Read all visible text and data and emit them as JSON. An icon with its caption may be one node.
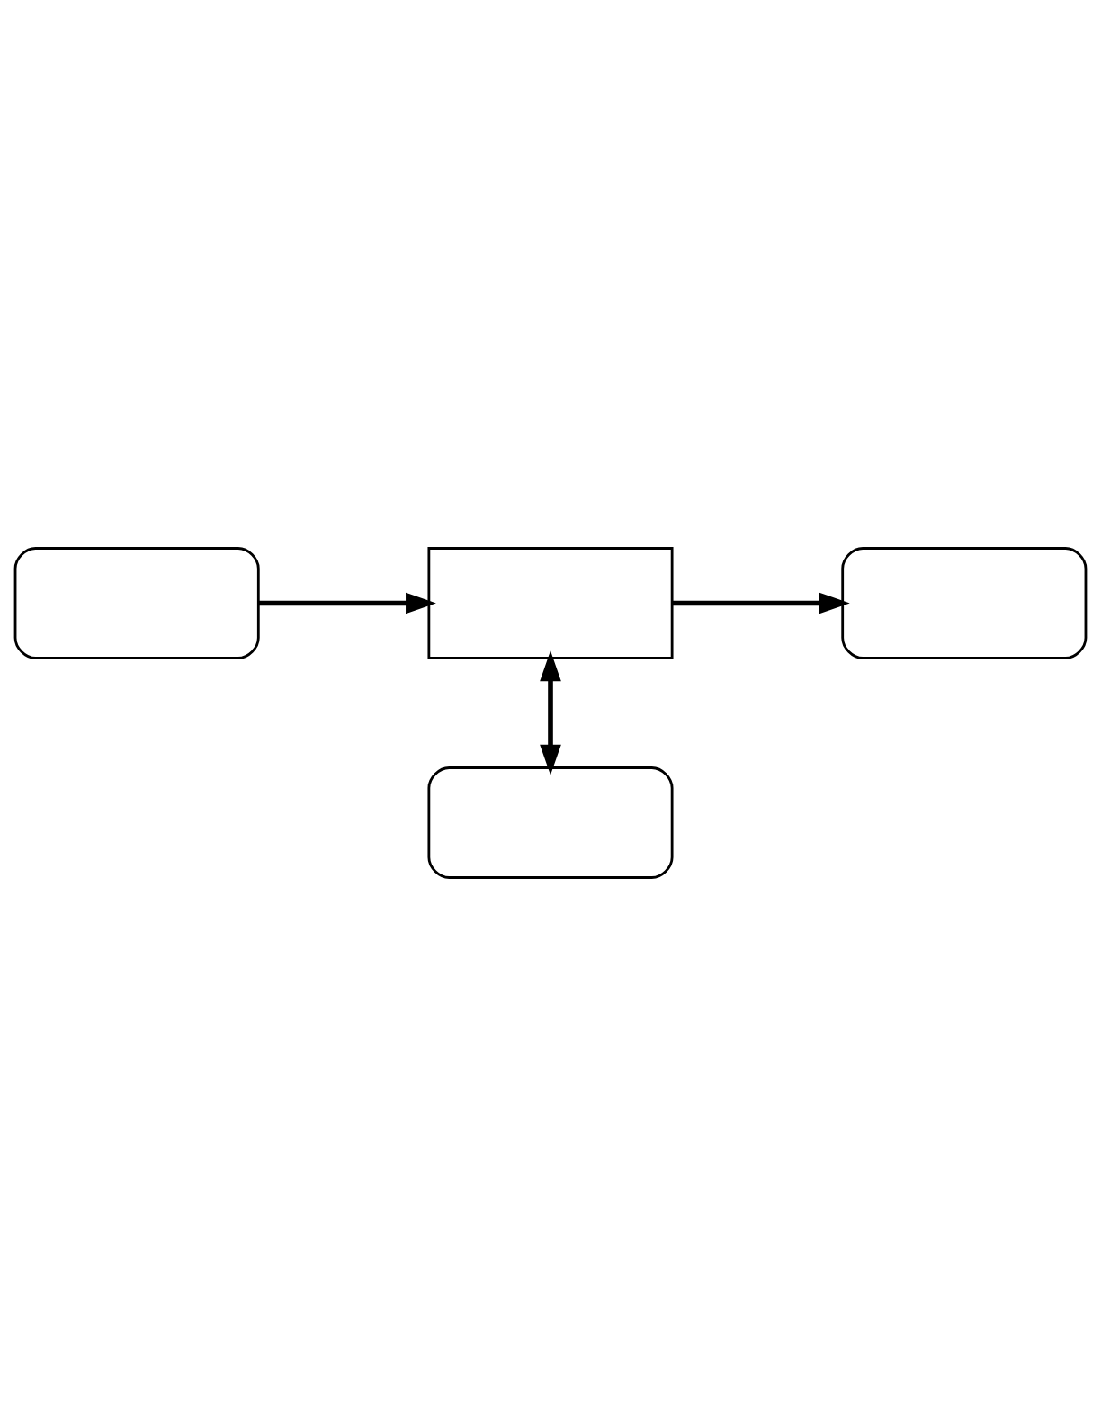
{
  "diagram": {
    "nodes": [
      {
        "text": [],
        "shape": "box"
      },
      {
        "text": [],
        "shape": "box"
      },
      {
        "text": [],
        "shape": "box"
      },
      {
        "text": [],
        "shape": "box"
      }
    ],
    "edges": [
      {
        "from": 0,
        "to": 1,
        "arrow": "to"
      },
      {
        "from": 1,
        "to": 2,
        "arrow": "to"
      },
      {
        "from": 1,
        "to": 3,
        "arrow": "both"
      }
    ]
  }
}
